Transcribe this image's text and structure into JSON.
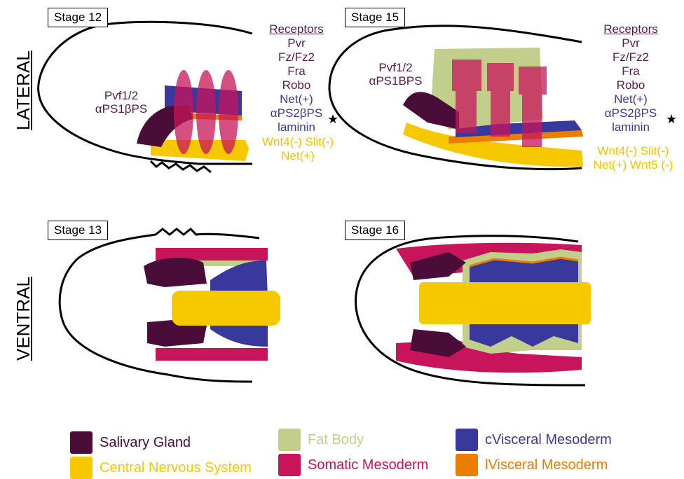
{
  "orientation_labels": {
    "lateral": "LATERAL",
    "ventral": "VENTRAL"
  },
  "stages": {
    "s12": "Stage 12",
    "s15": "Stage 15",
    "s13": "Stage 13",
    "s16": "Stage 16"
  },
  "panel12": {
    "header": "Receptors",
    "receptors_purple": [
      "Pvr",
      "Fz/Fz2",
      "Fra",
      "Robo"
    ],
    "receptors_blue": [
      "Net(+)",
      "αPS2βPS",
      "laminin"
    ],
    "signals_yellow": [
      "Wnt4(-) Slit(-)",
      "Net(+)"
    ],
    "ligands": [
      "Pvf1/2",
      "αPS1βPS"
    ]
  },
  "panel15": {
    "header": "Receptors",
    "receptors_purple": [
      "Pvr",
      "Fz/Fz2",
      "Fra",
      "Robo"
    ],
    "receptors_blue": [
      "Net(+)",
      "αPS2βPS",
      "laminin"
    ],
    "signals_yellow": [
      "Wnt4(-) Slit(-)",
      "Net(+) Wnt5 (-)"
    ],
    "ligands": [
      "Pvf1/2",
      "αPS1ΒPS"
    ]
  },
  "star": "★",
  "legend": [
    {
      "label": "Salivary Gland",
      "color": "#4a0d3a",
      "text_color": "#4a0d3a"
    },
    {
      "label": "Central Nervous System",
      "color": "#f5c800",
      "text_color": "#f5c800"
    },
    {
      "label": "Fat Body",
      "color": "#c2cf8a",
      "text_color": "#c2cf8a"
    },
    {
      "label": "Somatic Mesoderm",
      "color": "#c8145a",
      "text_color": "#c8145a"
    },
    {
      "label": "cVisceral Mesoderm",
      "color": "#38399a",
      "text_color": "#38399a"
    },
    {
      "label": "lVisceral Mesoderm",
      "color": "#ec7d00",
      "text_color": "#ec7d00"
    }
  ],
  "colors": {
    "salivary": "#4a0d3a",
    "cns": "#f5c800",
    "fat": "#c2cf8a",
    "somatic": "#c8145a",
    "cvisceral": "#38399a",
    "lvisceral": "#ec7d00"
  }
}
